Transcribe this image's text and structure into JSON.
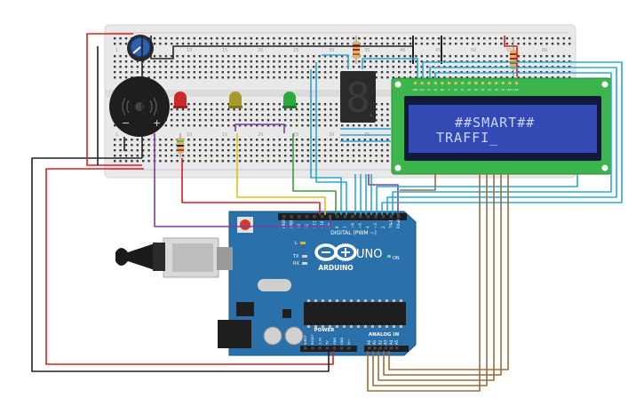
{
  "colors": {
    "breadboard": "#e8e8e8",
    "board_blue": "#2a6fa8",
    "lcd_green": "#38b24a",
    "lcd_screen": "#2f45a8",
    "lcd_text": "#c9d3ff",
    "wire_red": "#d92020",
    "wire_black": "#222222",
    "wire_purple": "#7a3fa0",
    "wire_yellow": "#e0c020",
    "wire_green": "#3aa03a",
    "wire_brown": "#9c6b3a",
    "wire_cyan": "#2aa8d8",
    "led_red": "#cc2a2a",
    "led_yellow": "#a89a2a",
    "led_green": "#2aa83a"
  },
  "lcd": {
    "line1": "##SMART##",
    "line2": "TRAFFI_"
  },
  "seven_segment": {
    "digit": "8"
  },
  "arduino": {
    "brand": "ARDUINO",
    "model": "UNO",
    "digital_label": "DIGITAL (PWM ~)",
    "analog_label": "ANALOG IN",
    "power_label": "POWER",
    "on_label": "ON",
    "tx_label": "TX",
    "rx_label": "RX",
    "l_label": "L",
    "digital_pins": [
      "AREF",
      "GND",
      "13",
      "12",
      "~11",
      "~10",
      "~9",
      "8",
      "7",
      "~6",
      "~5",
      "4",
      "~3",
      "2",
      "TX▸1",
      "RX◂0"
    ],
    "analog_pins": [
      "A0",
      "A1",
      "A2",
      "A3",
      "A4",
      "A5"
    ],
    "power_pins": [
      "IOREF",
      "RESET",
      "3.3V",
      "5V",
      "GND",
      "GND",
      "Vin"
    ]
  },
  "lcd_pins": [
    "GND",
    "VCC",
    "V0",
    "RS",
    "RW",
    "E",
    "D0",
    "D1",
    "D2",
    "D3",
    "D4",
    "D5",
    "D6",
    "D7",
    "LED+",
    "LED-"
  ],
  "breadboard": {
    "col_numbers": [
      "1",
      "5",
      "10",
      "15",
      "20",
      "25",
      "30",
      "35",
      "40",
      "45",
      "50",
      "55",
      "60"
    ]
  },
  "buzzer": {
    "minus": "−",
    "plus": "+"
  },
  "icons": {
    "arduino_logo": "infinity-minus-plus-icon",
    "wave": "sound-wave-icon"
  }
}
